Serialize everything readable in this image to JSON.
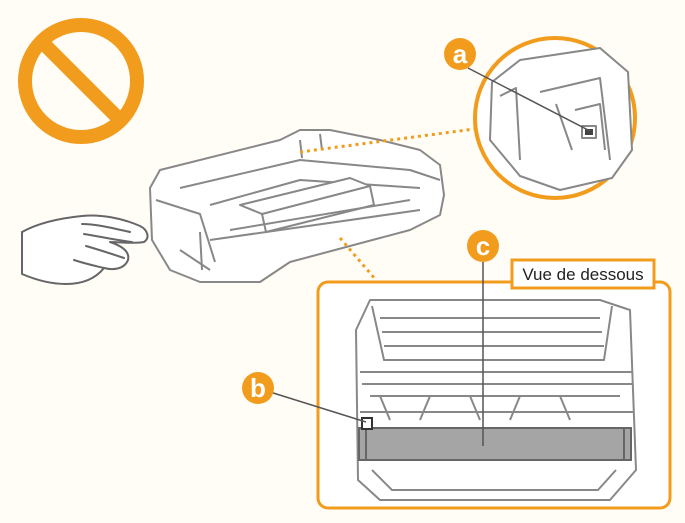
{
  "colors": {
    "accent": "#f29c1e",
    "line_art": "#888888",
    "background": "#fffdf6"
  },
  "callouts": {
    "a": "a",
    "b": "b",
    "c": "c"
  },
  "bottom_view": {
    "label": "Vue de dessous"
  },
  "icons": {
    "prohibited": "prohibition-icon",
    "hand": "hand-icon",
    "cartridge": "toner-cartridge"
  }
}
